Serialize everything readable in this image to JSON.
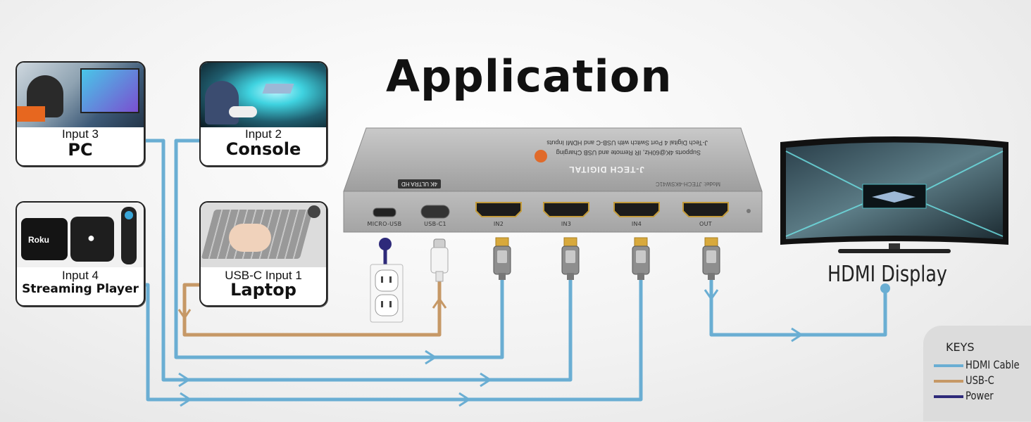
{
  "title": "Application",
  "devices": [
    {
      "id": "pc",
      "input_label": "Input 3",
      "name": "PC"
    },
    {
      "id": "console",
      "input_label": "Input 2",
      "name": "Console"
    },
    {
      "id": "streaming",
      "input_label": "Input 4",
      "name": "Streaming Player",
      "logo": "Roku"
    },
    {
      "id": "laptop",
      "input_label": "USB-C Input 1",
      "name": "Laptop"
    }
  ],
  "switch": {
    "model_text": "Model: JTECH-4KSW41C",
    "brand": "J-TECH DIGITAL",
    "badge": "4K ULTRA HD",
    "description_line1": "J-Tech Digital 4 Port Switch with USB-C and HDMI Inputs",
    "description_line2": "Supports 4K@60Hz, IR Remote and USB Charging",
    "ports": [
      "MICRO-USB",
      "USB-C1",
      "IN2",
      "IN3",
      "IN4",
      "OUT"
    ]
  },
  "display_label": "HDMI Display",
  "keys": {
    "title": "KEYS",
    "items": [
      {
        "label": "HDMI Cable",
        "color": "#6aaed3"
      },
      {
        "label": "USB-C",
        "color": "#c69866"
      },
      {
        "label": "Power",
        "color": "#2e2a7a"
      }
    ]
  },
  "colors": {
    "hdmi": "#6aaed3",
    "usbc": "#c69866",
    "power": "#2e2a7a",
    "switch_body": "#aeaeae",
    "hdmi_gold": "#d8a93c"
  }
}
